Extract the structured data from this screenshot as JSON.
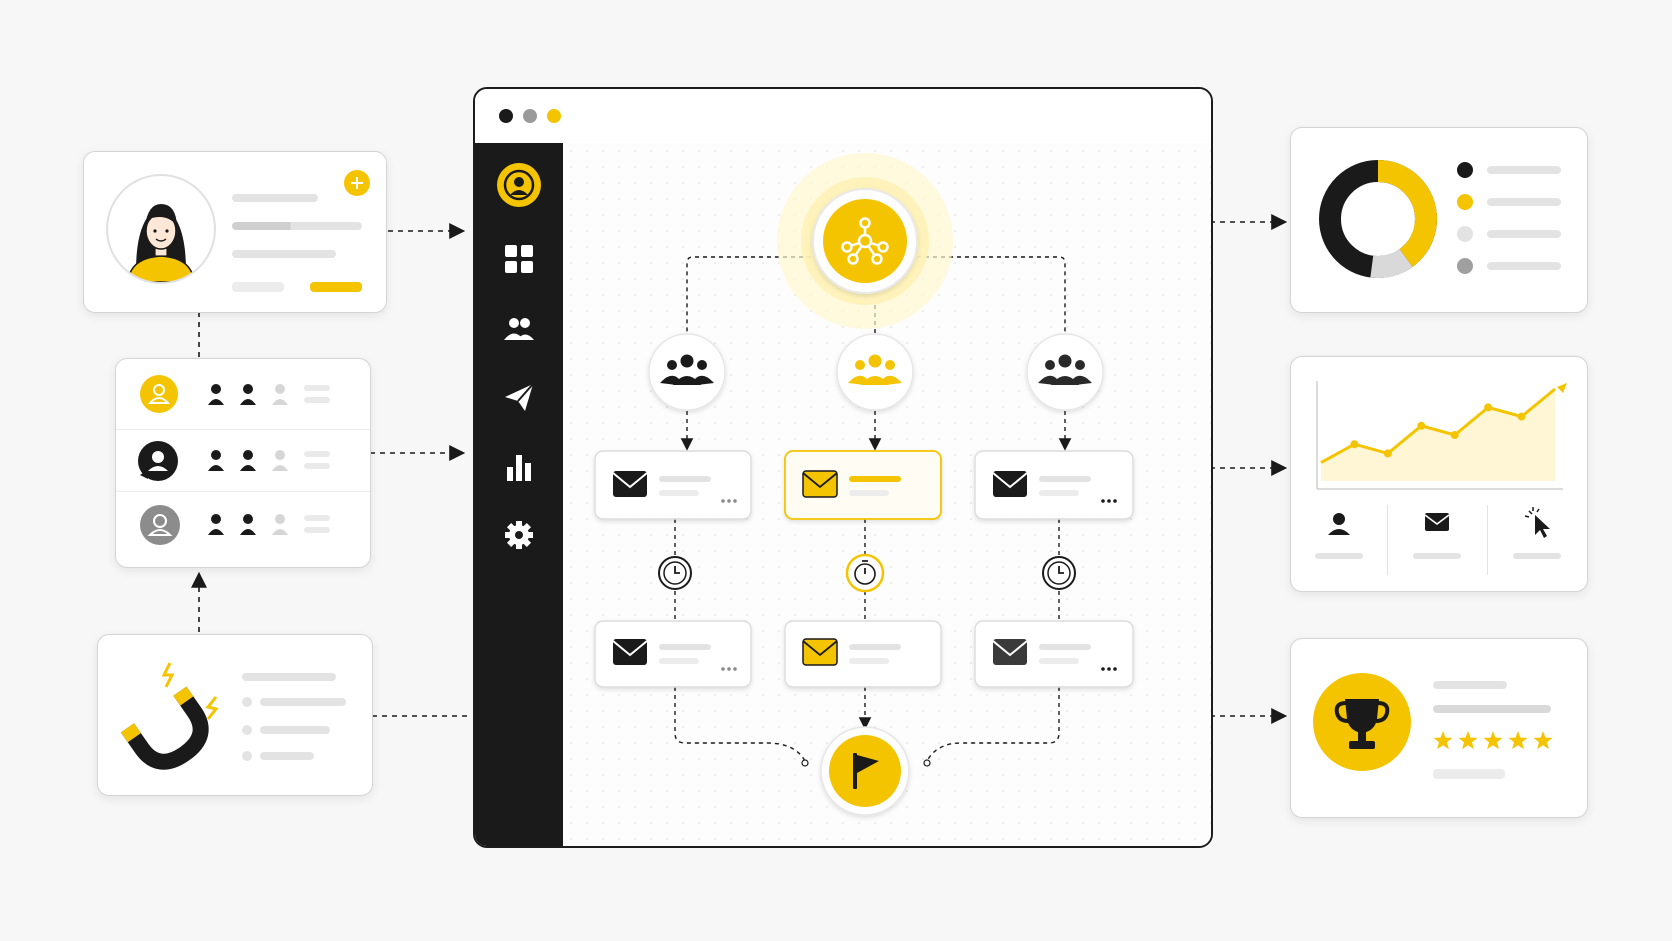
{
  "colors": {
    "accent": "#f5c400",
    "dark": "#1a1a1a",
    "muted": "#d6d6d6",
    "grey": "#9a9a9a"
  },
  "window": {
    "traffic_lights": [
      "#1a1a1a",
      "#9a9a9a",
      "#f5c400"
    ],
    "sidebar_icons": [
      "user-icon",
      "dashboard-grid-icon",
      "users-icon",
      "send-icon",
      "bar-chart-icon",
      "gear-icon"
    ]
  },
  "workflow": {
    "trigger_icon": "network-hub-icon",
    "branches": [
      {
        "segment_icon": "group-icon",
        "highlighted": false
      },
      {
        "segment_icon": "group-icon",
        "highlighted": true
      },
      {
        "segment_icon": "group-icon",
        "highlighted": false
      }
    ],
    "step_icons": [
      "email-icon",
      "timer-icon",
      "email-icon"
    ],
    "goal_icon": "flag-icon"
  },
  "left_panels": {
    "profile": {
      "icon": "avatar-woman",
      "badge_icon": "plus-icon"
    },
    "segments": {
      "rows": 3,
      "row_icons": [
        "user-icon",
        "user-chat-icon",
        "user-icon"
      ]
    },
    "lead_capture": {
      "icon": "magnet-icon",
      "list_items": 4
    }
  },
  "right_panels": {
    "donut": {
      "segments": [
        0.4,
        0.12,
        0.48
      ],
      "legend_colors": [
        "#1a1a1a",
        "#f5c400",
        "#e0e0e0",
        "#9a9a9a"
      ]
    },
    "trend": {
      "values": [
        2,
        4,
        3,
        6,
        5,
        8,
        7,
        10
      ],
      "stat_icons": [
        "user-icon",
        "email-icon",
        "cursor-click-icon"
      ]
    },
    "reward": {
      "icon": "trophy-icon",
      "rating": 5
    }
  }
}
